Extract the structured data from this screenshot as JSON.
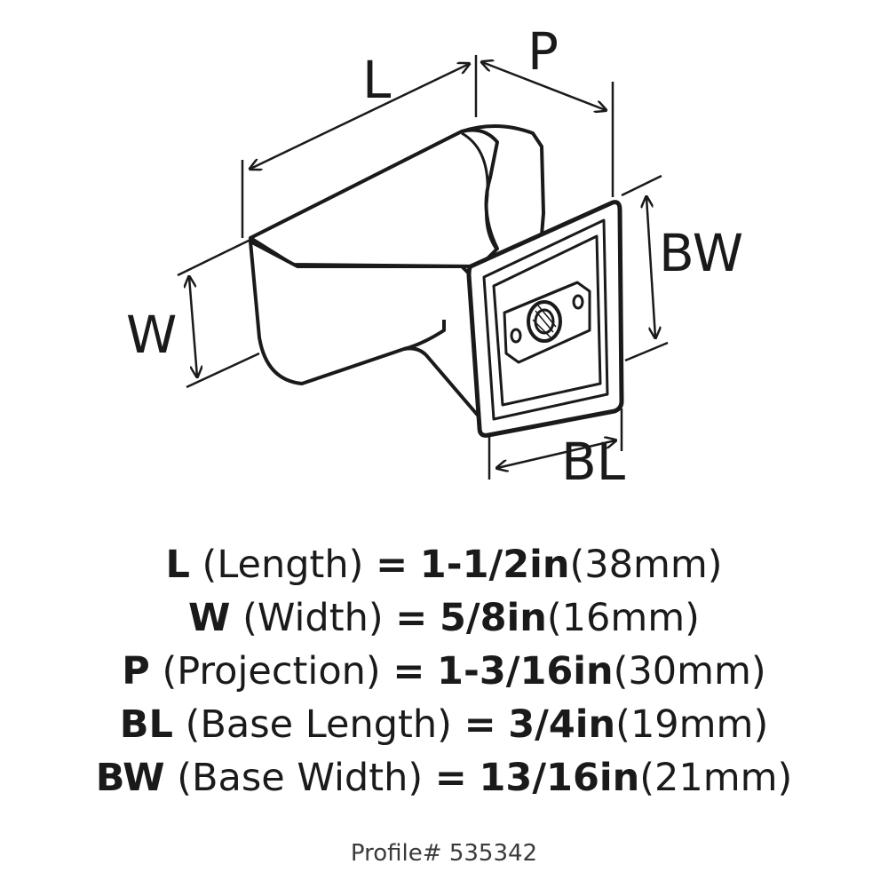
{
  "diagram": {
    "labels": {
      "L": "L",
      "P": "P",
      "W": "W",
      "BW": "BW",
      "BL": "BL"
    }
  },
  "specs": [
    {
      "code": "L",
      "name": "(Length)",
      "eq": "=",
      "value": "1-1/2in",
      "metric": "(38mm)"
    },
    {
      "code": "W",
      "name": "(Width)",
      "eq": "=",
      "value": "5/8in",
      "metric": "(16mm)"
    },
    {
      "code": "P",
      "name": "(Projection)",
      "eq": "=",
      "value": "1-3/16in",
      "metric": "(30mm)"
    },
    {
      "code": "BL",
      "name": "(Base Length)",
      "eq": "=",
      "value": "3/4in",
      "metric": "(19mm)"
    },
    {
      "code": "BW",
      "name": "(Base Width)",
      "eq": "=",
      "value": "13/16in",
      "metric": "(21mm)"
    }
  ],
  "profile": "Profile# 535342",
  "colors": {
    "ink": "#1a1a1a",
    "fill": "#ffffff"
  }
}
